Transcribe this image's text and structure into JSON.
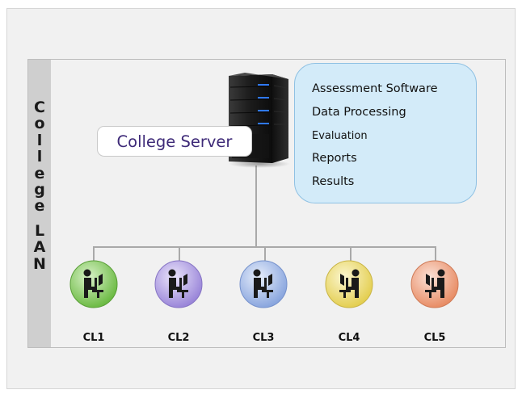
{
  "network": {
    "title_letters": [
      "C",
      "o",
      "l",
      "l",
      "e",
      "g",
      "e",
      "L",
      "A",
      "N"
    ],
    "server": {
      "label": "College Server",
      "icon": "server-tower-icon"
    },
    "services": [
      "Assessment Software",
      "Data Processing",
      "Evaluation",
      "Reports",
      "Results"
    ],
    "clients": [
      {
        "label": "CL1",
        "color": "#8fcf6e",
        "icon": "user-at-computer-icon"
      },
      {
        "label": "CL2",
        "color": "#b7a6e6",
        "icon": "user-at-computer-icon"
      },
      {
        "label": "CL3",
        "color": "#a9bfe9",
        "icon": "user-at-computer-icon"
      },
      {
        "label": "CL4",
        "color": "#f0e27a",
        "icon": "user-at-computer-icon"
      },
      {
        "label": "CL5",
        "color": "#f2a98a",
        "icon": "user-at-computer-icon"
      }
    ],
    "colors": {
      "info_box_fill": "#d3ebf9",
      "info_box_border": "#8fc1e3",
      "server_label_text": "#3e2a78"
    }
  }
}
